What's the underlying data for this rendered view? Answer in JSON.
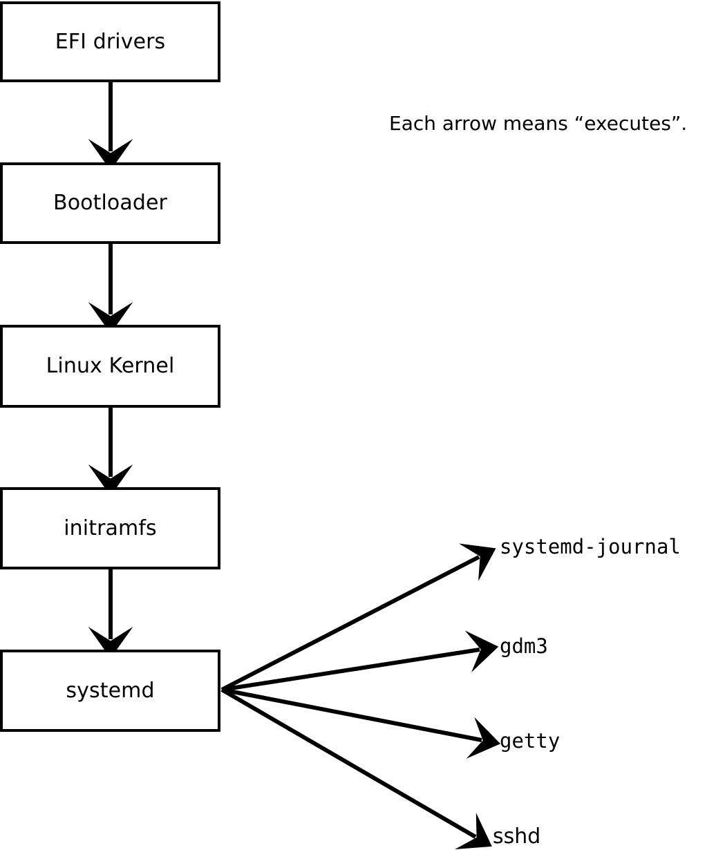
{
  "diagram": {
    "title_note": "Each arrow means “executes”.",
    "boot_chain": [
      {
        "id": "efi-drivers",
        "label": "EFI drivers"
      },
      {
        "id": "bootloader",
        "label": "Bootloader"
      },
      {
        "id": "linux-kernel",
        "label": "Linux Kernel"
      },
      {
        "id": "initramfs",
        "label": "initramfs"
      },
      {
        "id": "systemd",
        "label": "systemd"
      }
    ],
    "services": [
      {
        "id": "systemd-journal",
        "label": "systemd-journal"
      },
      {
        "id": "gdm3",
        "label": "gdm3"
      },
      {
        "id": "getty",
        "label": "getty"
      },
      {
        "id": "sshd",
        "label": "sshd"
      }
    ],
    "colors": {
      "stroke": "#000000",
      "fill": "#ffffff",
      "text": "#000000"
    }
  }
}
